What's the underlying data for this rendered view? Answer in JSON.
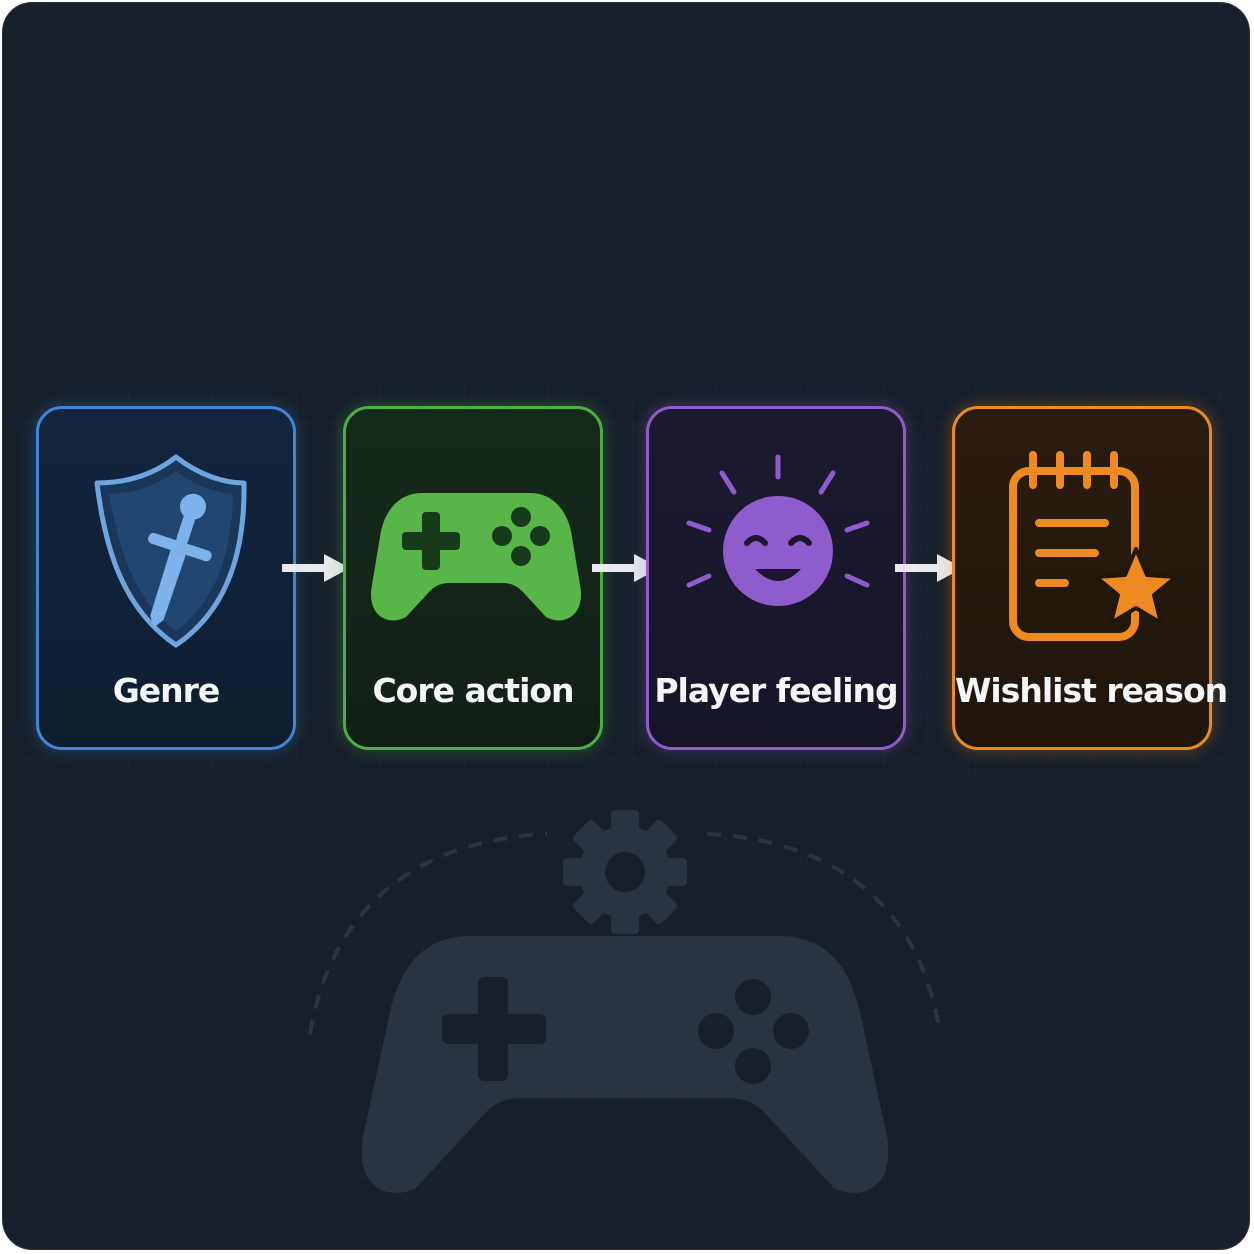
{
  "flow": {
    "steps": [
      {
        "label": "Genre",
        "icon": "shield-sword-icon",
        "color": "#3d86d8"
      },
      {
        "label": "Core action",
        "icon": "gamepad-icon",
        "color": "#4caf45"
      },
      {
        "label": "Player feeling",
        "icon": "smiling-sun-icon",
        "color": "#8e5ccc"
      },
      {
        "label": "Wishlist reason",
        "icon": "notepad-star-icon",
        "color": "#ee8a22"
      }
    ]
  },
  "background": {
    "icons": [
      "gear-icon",
      "gamepad-icon"
    ],
    "color": "#2a3441"
  }
}
